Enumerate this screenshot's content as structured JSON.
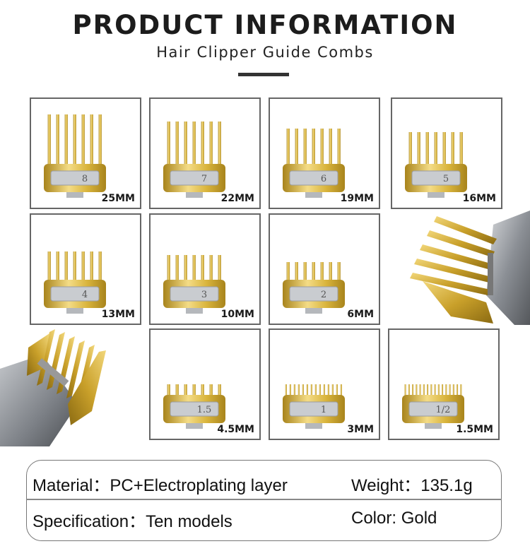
{
  "header": {
    "title": "PRODUCT INFORMATION",
    "subtitle": "Hair Clipper Guide Combs"
  },
  "combs": [
    {
      "size": "25MM",
      "mark": "8"
    },
    {
      "size": "22MM",
      "mark": "7"
    },
    {
      "size": "19MM",
      "mark": "6"
    },
    {
      "size": "16MM",
      "mark": "5"
    },
    {
      "size": "13MM",
      "mark": "4"
    },
    {
      "size": "10MM",
      "mark": "3"
    },
    {
      "size": "6MM",
      "mark": "2"
    },
    {
      "size": "4.5MM",
      "mark": "1.5"
    },
    {
      "size": "3MM",
      "mark": "1"
    },
    {
      "size": "1.5MM",
      "mark": "1/2"
    }
  ],
  "info": {
    "material": "Material：PC+Electroplating layer",
    "weight": "Weight：135.1g",
    "specification": "Specification：Ten models",
    "color": "Color: Gold"
  },
  "colors": {
    "gold": "#d9b43c",
    "gold_dark": "#a8841c",
    "plate": "#c9ccd0",
    "border": "#666666"
  }
}
